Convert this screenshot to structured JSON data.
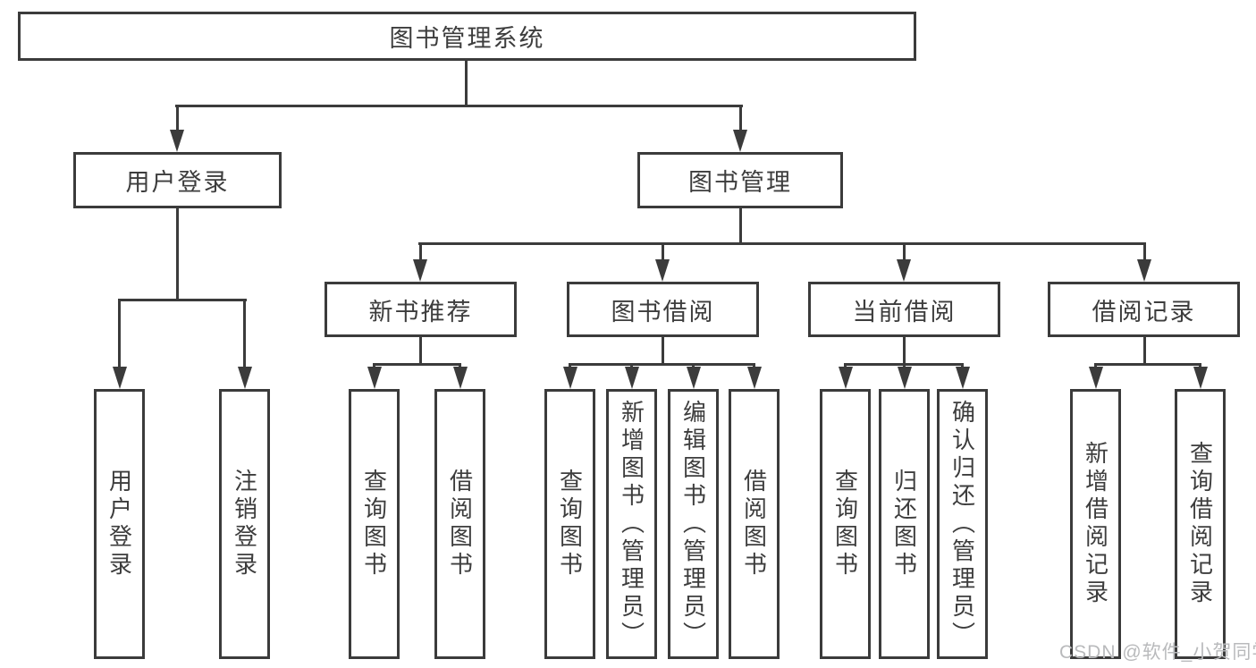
{
  "colors": {
    "line": "#3b3b3b",
    "text": "#3d3d3d",
    "watermark": "#b9babc",
    "background": "#ffffff"
  },
  "diagram": {
    "root": {
      "label": "图书管理系统"
    },
    "level2": [
      {
        "label": "用户登录"
      },
      {
        "label": "图书管理"
      }
    ],
    "level3": [
      {
        "label": "新书推荐"
      },
      {
        "label": "图书借阅"
      },
      {
        "label": "当前借阅"
      },
      {
        "label": "借阅记录"
      }
    ],
    "leaves": {
      "user_login": [
        {
          "label": "用户登录"
        },
        {
          "label": "注销登录"
        }
      ],
      "new_book_recommend": [
        {
          "label": "查询图书"
        },
        {
          "label": "借阅图书"
        }
      ],
      "book_borrow": [
        {
          "label": "查询图书"
        },
        {
          "label": "新增图书（管理员）"
        },
        {
          "label": "编辑图书（管理员）"
        },
        {
          "label": "借阅图书"
        }
      ],
      "current_borrow": [
        {
          "label": "查询图书"
        },
        {
          "label": "归还图书"
        },
        {
          "label": "确认归还（管理员）"
        }
      ],
      "borrow_records": [
        {
          "label": "新增借阅记录"
        },
        {
          "label": "查询借阅记录"
        }
      ]
    }
  },
  "watermark": {
    "text": "CSDN @软件_小贺同学"
  }
}
